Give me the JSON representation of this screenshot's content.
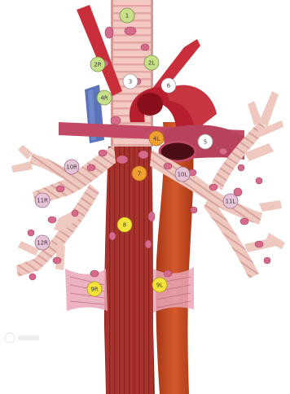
{
  "figure": {
    "stations": [
      {
        "id": "station-1",
        "label": "1",
        "group": "upper-zone"
      },
      {
        "id": "station-2R",
        "label": "2R",
        "group": "upper-zone"
      },
      {
        "id": "station-2L",
        "label": "2L",
        "group": "upper-zone"
      },
      {
        "id": "station-3",
        "label": "3",
        "group": "prevascular"
      },
      {
        "id": "station-4R",
        "label": "4R",
        "group": "upper-zone"
      },
      {
        "id": "station-4L",
        "label": "4L",
        "group": "aortopulmonary"
      },
      {
        "id": "station-5",
        "label": "5",
        "group": "prevascular"
      },
      {
        "id": "station-6",
        "label": "6",
        "group": "prevascular"
      },
      {
        "id": "station-7",
        "label": "7",
        "group": "subcarinal"
      },
      {
        "id": "station-8",
        "label": "8",
        "group": "lower-zone"
      },
      {
        "id": "station-9R",
        "label": "9R",
        "group": "lower-zone"
      },
      {
        "id": "station-9L",
        "label": "9L",
        "group": "lower-zone"
      },
      {
        "id": "station-10R",
        "label": "10R",
        "group": "hilar"
      },
      {
        "id": "station-10L",
        "label": "10L",
        "group": "hilar"
      },
      {
        "id": "station-11R",
        "label": "11R",
        "group": "hilar"
      },
      {
        "id": "station-11L",
        "label": "11L",
        "group": "hilar"
      },
      {
        "id": "station-12R",
        "label": "12R",
        "group": "hilar"
      }
    ],
    "group_colors": {
      "upper-zone": "#c8e08a",
      "prevascular": "#ffffff",
      "aortopulmonary": "#f0a030",
      "subcarinal": "#f0a030",
      "lower-zone": "#f2e23a",
      "hilar": "#e7c3d8"
    },
    "colors": {
      "trachea": "#f4c9c4",
      "trachea_ring": "#e3a6a2",
      "esophagus": "#a9322c",
      "aorta": "#c8471f",
      "vessel_red": "#c92f3b",
      "vena_cava": "#5b73b8",
      "pulmonary_artery": "#c24a66",
      "node": "#d56a8a",
      "ligament": "#e9a6b6"
    },
    "watermark_icon": "logo-watermark-icon"
  }
}
